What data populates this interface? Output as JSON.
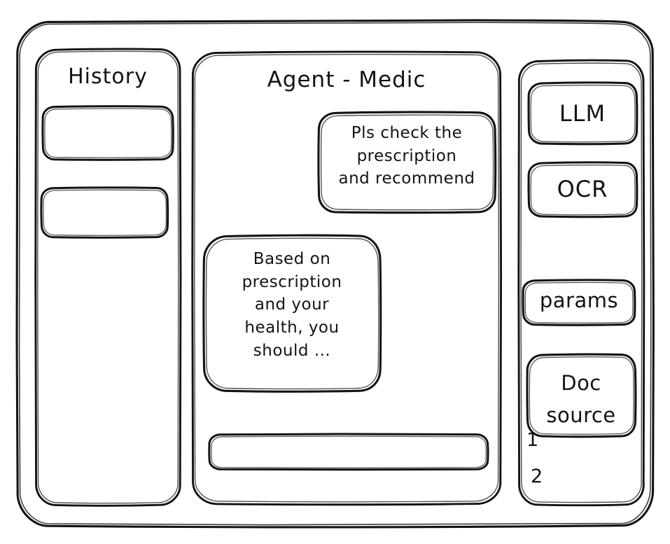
{
  "window": {
    "name": "wireframe-window"
  },
  "sidebar": {
    "title": "History",
    "items": [
      {
        "label": ""
      },
      {
        "label": ""
      }
    ]
  },
  "main": {
    "title": "Agent - Medic",
    "messages": [
      {
        "role": "user",
        "text": "Pls check the\nprescription\nand recommend"
      },
      {
        "role": "assistant",
        "text": "Based on\nprescription\nand your\nhealth, you\nshould ..."
      }
    ],
    "composer": {
      "value": "",
      "placeholder": ""
    }
  },
  "tools": {
    "buttons": [
      {
        "label": "LLM"
      },
      {
        "label": "OCR"
      },
      {
        "label": "params"
      }
    ],
    "doc_source": {
      "label": "Doc\nsource",
      "refs": [
        "1",
        "2"
      ]
    }
  },
  "colors": {
    "stroke": "#131313",
    "background": "#ffffff"
  }
}
